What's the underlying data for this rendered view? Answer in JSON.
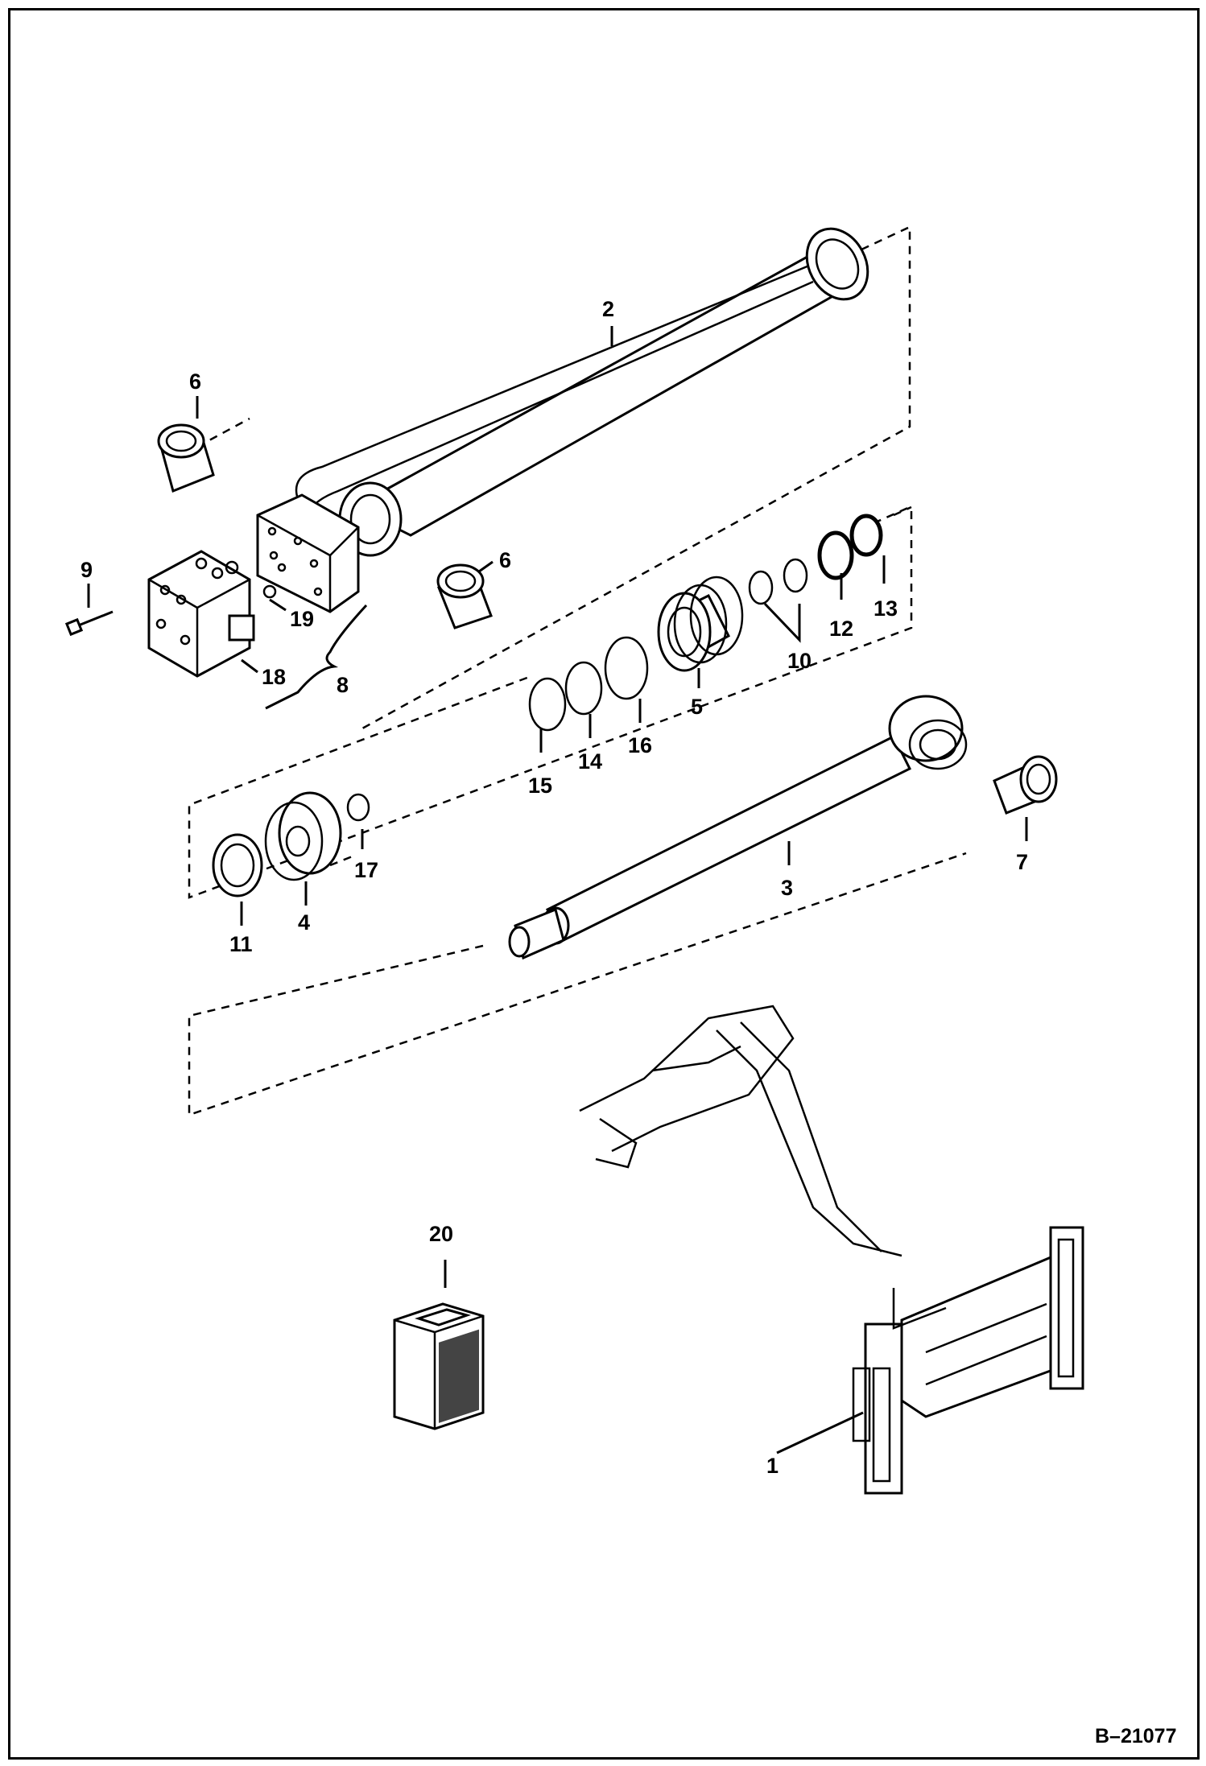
{
  "drawing": {
    "reference_number": "B–21077"
  },
  "callouts": [
    {
      "id": "c1",
      "label": "1"
    },
    {
      "id": "c2",
      "label": "2"
    },
    {
      "id": "c3",
      "label": "3"
    },
    {
      "id": "c4",
      "label": "4"
    },
    {
      "id": "c5",
      "label": "5"
    },
    {
      "id": "c6a",
      "label": "6"
    },
    {
      "id": "c6b",
      "label": "6"
    },
    {
      "id": "c7",
      "label": "7"
    },
    {
      "id": "c8",
      "label": "8"
    },
    {
      "id": "c9",
      "label": "9"
    },
    {
      "id": "c10",
      "label": "10"
    },
    {
      "id": "c11",
      "label": "11"
    },
    {
      "id": "c12",
      "label": "12"
    },
    {
      "id": "c13",
      "label": "13"
    },
    {
      "id": "c14",
      "label": "14"
    },
    {
      "id": "c15",
      "label": "15"
    },
    {
      "id": "c16",
      "label": "16"
    },
    {
      "id": "c17",
      "label": "17"
    },
    {
      "id": "c18",
      "label": "18"
    },
    {
      "id": "c19",
      "label": "19"
    },
    {
      "id": "c20",
      "label": "20"
    }
  ]
}
